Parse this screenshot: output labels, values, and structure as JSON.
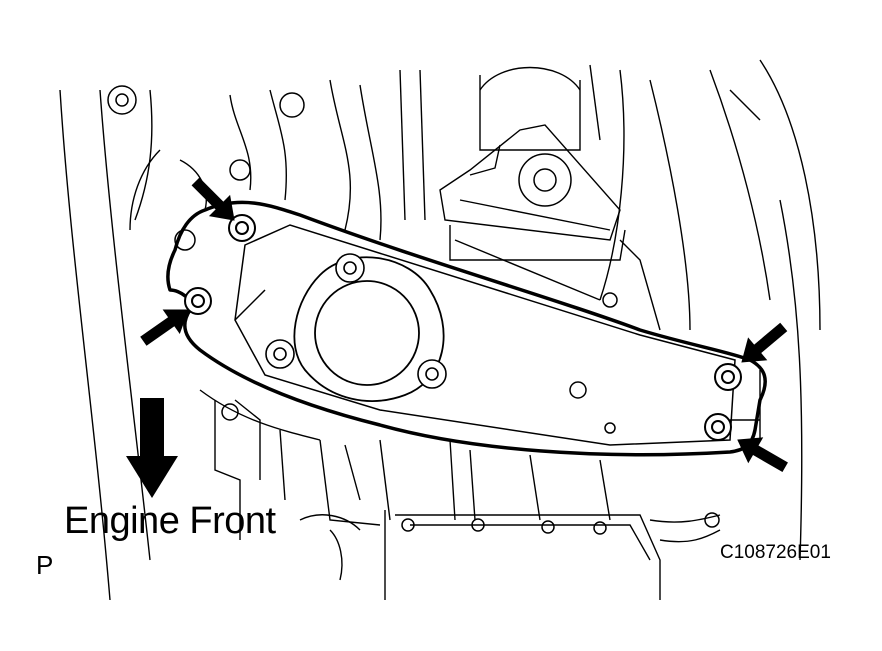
{
  "labels": {
    "direction": "Engine Front",
    "figure_code": "C108726E01",
    "section_letter": "P"
  },
  "colors": {
    "line": "#000000",
    "background": "#ffffff"
  },
  "icons": {
    "bolt_arrow": "arrow-icon",
    "direction_arrow": "arrow-down-icon"
  },
  "callouts": {
    "bolt_count": 4
  }
}
